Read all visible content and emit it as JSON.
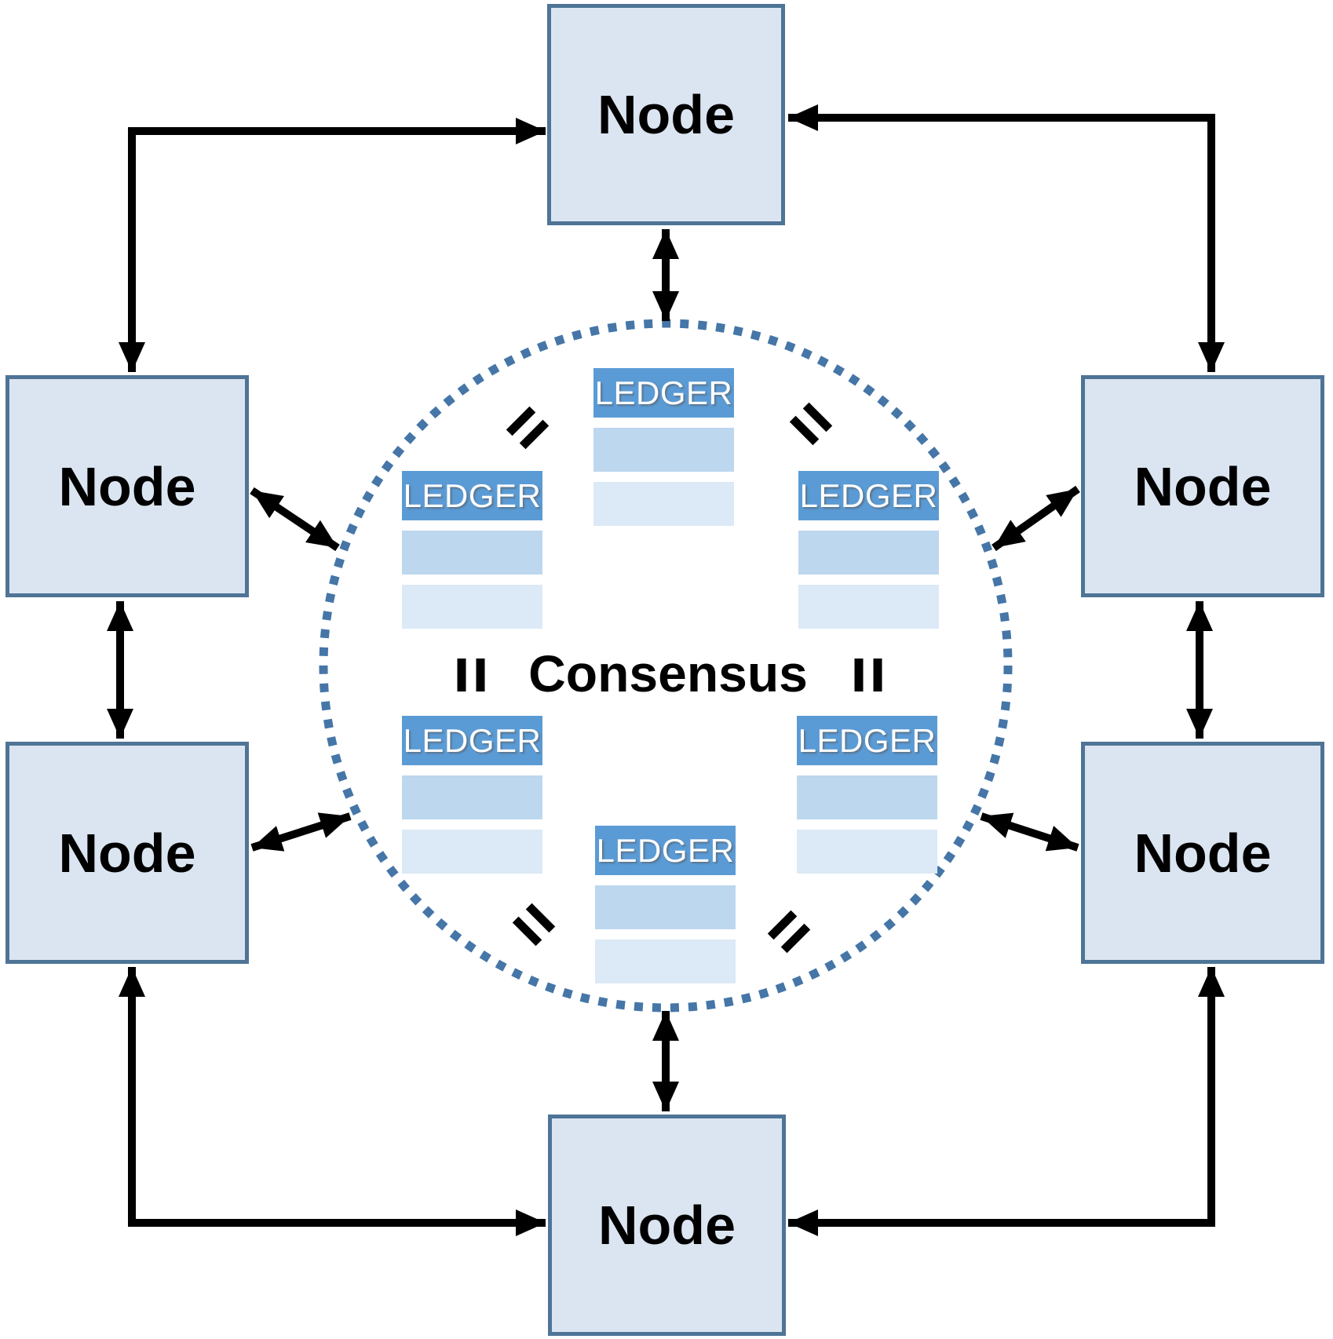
{
  "consensus": {
    "label": "Consensus"
  },
  "nodes": [
    {
      "id": "top",
      "label": "Node"
    },
    {
      "id": "upper-left",
      "label": "Node"
    },
    {
      "id": "upper-right",
      "label": "Node"
    },
    {
      "id": "lower-left",
      "label": "Node"
    },
    {
      "id": "lower-right",
      "label": "Node"
    },
    {
      "id": "bottom",
      "label": "Node"
    }
  ],
  "ledgers": [
    {
      "id": "top",
      "title": "LEDGER",
      "rows": [
        "",
        ""
      ]
    },
    {
      "id": "upper-left",
      "title": "LEDGER",
      "rows": [
        "",
        ""
      ]
    },
    {
      "id": "upper-right",
      "title": "LEDGER",
      "rows": [
        "",
        ""
      ]
    },
    {
      "id": "lower-left",
      "title": "LEDGER",
      "rows": [
        "",
        ""
      ]
    },
    {
      "id": "lower-right",
      "title": "LEDGER",
      "rows": [
        "",
        ""
      ]
    },
    {
      "id": "bottom",
      "title": "LEDGER",
      "rows": [
        "",
        ""
      ]
    }
  ],
  "equals_marks": {
    "glyph": "=",
    "count": 6
  },
  "colors": {
    "canvas_bg": "#ffffff",
    "node_fill": "#dbe5f1",
    "node_border": "#4e7496",
    "node_text": "#000000",
    "ledger_header": "#5b9bd5",
    "ledger_text": "#ffffff",
    "ledger_row1": "#bdd7ee",
    "ledger_row2": "#dce9f6",
    "circle_dots": "#4576a7",
    "arrow": "#000000",
    "consensus_text": "#000000"
  }
}
